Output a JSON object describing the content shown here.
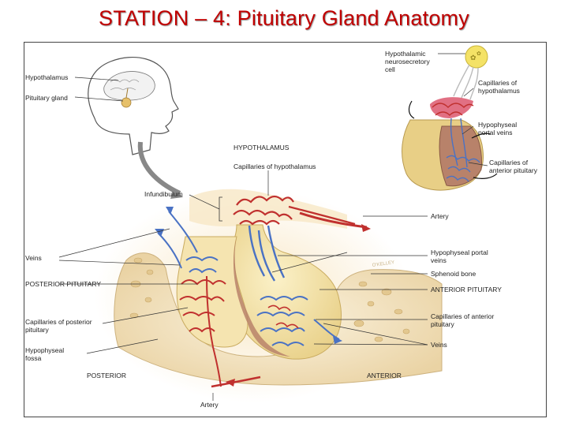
{
  "title": "STATION – 4: Pituitary Gland Anatomy",
  "labels": {
    "hypothalamus": "Hypothalamus",
    "pituitary_gland": "Pituitary gland",
    "hypothalamic_cell_1": "Hypothalamic",
    "hypothalamic_cell_2": "neurosecretory",
    "hypothalamic_cell_3": "cell",
    "inset_cap_hypo_1": "Capillaries of",
    "inset_cap_hypo_2": "hypothalamus",
    "inset_portal_1": "Hypophyseal",
    "inset_portal_2": "portal veins",
    "inset_cap_ant_1": "Capillaries of",
    "inset_cap_ant_2": "anterior pituitary",
    "hypothalamus_heading": "HYPOTHALAMUS",
    "capillaries_hypothalamus": "Capillaries of hypothalamus",
    "infundibulum": "Infundibulum",
    "artery_right": "Artery",
    "veins_left": "Veins",
    "posterior_pituitary": "POSTERIOR PITUITARY",
    "hypophyseal_portal_veins_1": "Hypophyseal portal",
    "hypophyseal_portal_veins_2": "veins",
    "sphenoid_bone": "Sphenoid bone",
    "anterior_pituitary": "ANTERIOR PITUITARY",
    "cap_posterior_1": "Capillaries of posterior",
    "cap_posterior_2": "pituitary",
    "cap_anterior_1": "Capillaries of anterior",
    "cap_anterior_2": "pituitary",
    "hypophyseal_fossa_1": "Hypophyseal",
    "hypophyseal_fossa_2": "fossa",
    "veins_right": "Veins",
    "posterior": "POSTERIOR",
    "anterior": "ANTERIOR",
    "artery_bottom": "Artery",
    "signature": "O'KELLEY"
  },
  "colors": {
    "title": "#c00000",
    "artery": "#c0302e",
    "vein": "#4a72c4",
    "gland": "#f3e3a6",
    "bone": "#f1dfb8",
    "posterior_lobe": "#b8826a"
  }
}
